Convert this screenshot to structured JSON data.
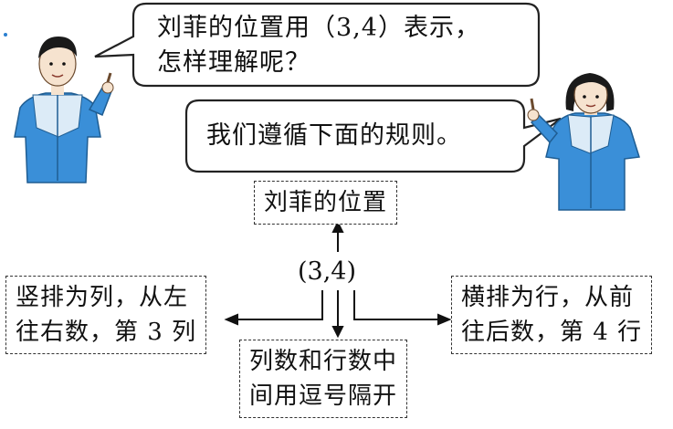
{
  "bubbles": {
    "boy": {
      "line1": "刘菲的位置用（3,4）表示，",
      "line2": "怎样理解呢？"
    },
    "girl": {
      "line1": "我们遵循下面的规则。"
    }
  },
  "boxes": {
    "top": {
      "line1": "刘菲的位置"
    },
    "left": {
      "line1": "竖排为列，从左",
      "line2": "往右数，第 3 列"
    },
    "right": {
      "line1": "横排为行，从前",
      "line2": "往后数，第 4 行"
    },
    "bottom": {
      "line1": "列数和行数中",
      "line2": "间用逗号隔开"
    }
  },
  "coordinate": "(3,4)",
  "colors": {
    "jacket": "#3a8fd8",
    "jacket_light": "#dcebf7",
    "hair": "#1a1a1a",
    "skin": "#f6e3cf"
  }
}
